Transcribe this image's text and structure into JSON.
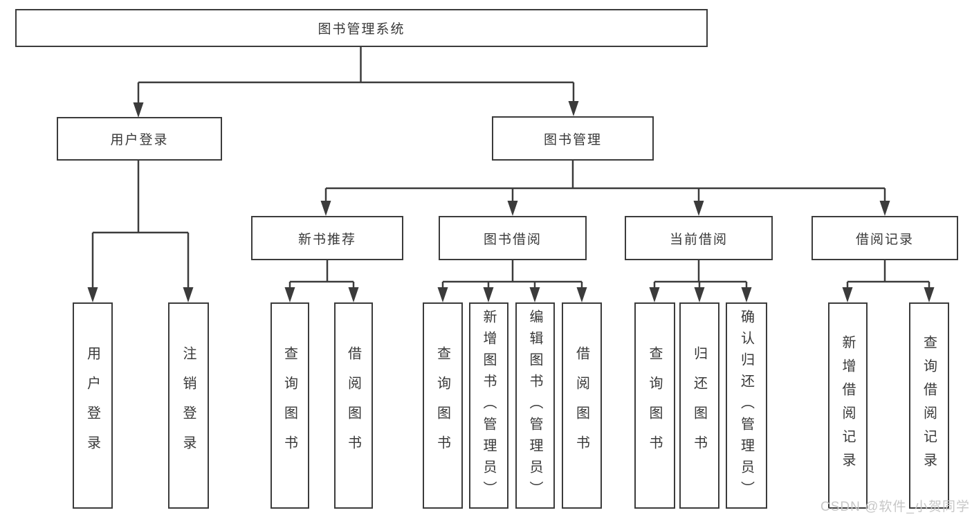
{
  "diagram": {
    "root": "图书管理系统",
    "level2": [
      "用户登录",
      "图书管理"
    ],
    "level3": [
      "新书推荐",
      "图书借阅",
      "当前借阅",
      "借阅记录"
    ],
    "leaves": [
      "用户登录",
      "注销登录",
      "查询图书",
      "借阅图书",
      "查询图书",
      "新增图书（管理员）",
      "编辑图书（管理员）",
      "借阅图书",
      "查询图书",
      "归还图书",
      "确认归还（管理员）",
      "新增借阅记录",
      "查询借阅记录"
    ],
    "watermark": "CSDN @软件_小贺同学",
    "colors": {
      "line": "#3b3b3b",
      "box_border": "#3b3b3b",
      "text": "#383838",
      "watermark": "#c7c7c7",
      "background": "#ffffff"
    }
  }
}
